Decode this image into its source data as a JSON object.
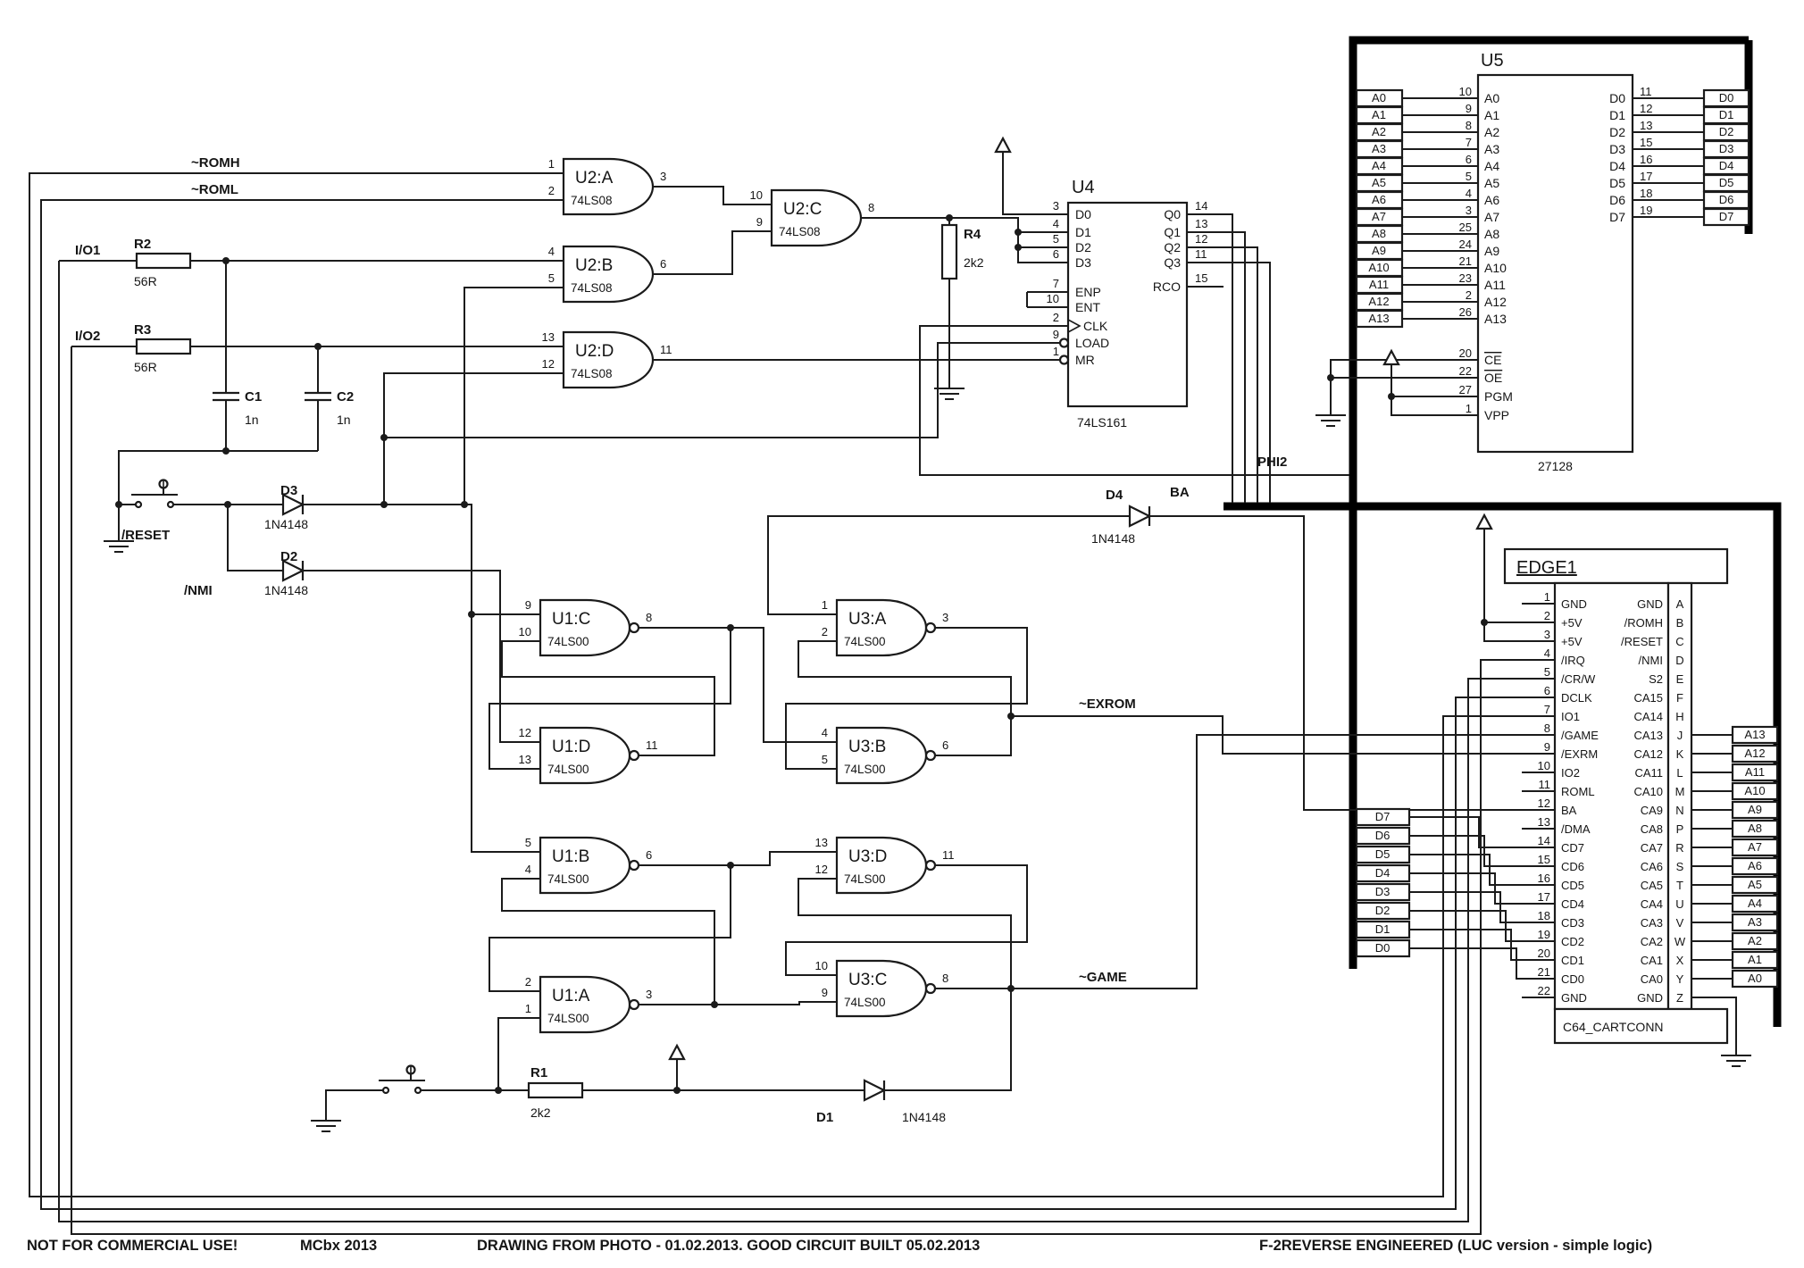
{
  "footer": {
    "left": "NOT FOR COMMERCIAL USE!",
    "author": "MCbx 2013",
    "center": "DRAWING FROM PHOTO - 01.02.2013. GOOD CIRCUIT BUILT 05.02.2013",
    "right": "F-2REVERSE ENGINEERED (LUC version - simple logic)"
  },
  "signals": {
    "romh": "~ROMH",
    "roml": "~ROML",
    "io1": "I/O1",
    "io2": "I/O2",
    "reset": "/RESET",
    "nmi": "/NMI",
    "exrom": "~EXROM",
    "game": "~GAME",
    "phi2": "PHI2",
    "ba": "BA"
  },
  "gates": {
    "u2a": {
      "name": "U2:A",
      "part": "74LS08",
      "in1": "1",
      "in2": "2",
      "out": "3"
    },
    "u2b": {
      "name": "U2:B",
      "part": "74LS08",
      "in1": "4",
      "in2": "5",
      "out": "6"
    },
    "u2c": {
      "name": "U2:C",
      "part": "74LS08",
      "in1": "10",
      "in2": "9",
      "out": "8"
    },
    "u2d": {
      "name": "U2:D",
      "part": "74LS08",
      "in1": "13",
      "in2": "12",
      "out": "11"
    },
    "u1c": {
      "name": "U1:C",
      "part": "74LS00",
      "in1": "9",
      "in2": "10",
      "out": "8"
    },
    "u1d": {
      "name": "U1:D",
      "part": "74LS00",
      "in1": "12",
      "in2": "13",
      "out": "11"
    },
    "u1b": {
      "name": "U1:B",
      "part": "74LS00",
      "in1": "5",
      "in2": "4",
      "out": "6"
    },
    "u1a": {
      "name": "U1:A",
      "part": "74LS00",
      "in1": "2",
      "in2": "1",
      "out": "3"
    },
    "u3a": {
      "name": "U3:A",
      "part": "74LS00",
      "in1": "1",
      "in2": "2",
      "out": "3"
    },
    "u3b": {
      "name": "U3:B",
      "part": "74LS00",
      "in1": "4",
      "in2": "5",
      "out": "6"
    },
    "u3d": {
      "name": "U3:D",
      "part": "74LS00",
      "in1": "13",
      "in2": "12",
      "out": "11"
    },
    "u3c": {
      "name": "U3:C",
      "part": "74LS00",
      "in1": "10",
      "in2": "9",
      "out": "8"
    }
  },
  "resistors": {
    "r1": {
      "ref": "R1",
      "value": "2k2"
    },
    "r2": {
      "ref": "R2",
      "value": "56R"
    },
    "r3": {
      "ref": "R3",
      "value": "56R"
    },
    "r4": {
      "ref": "R4",
      "value": "2k2"
    }
  },
  "capacitors": {
    "c1": {
      "ref": "C1",
      "value": "1n"
    },
    "c2": {
      "ref": "C2",
      "value": "1n"
    }
  },
  "diodes": {
    "d1": {
      "ref": "D1",
      "part": "1N4148"
    },
    "d2": {
      "ref": "D2",
      "part": "1N4148"
    },
    "d3": {
      "ref": "D3",
      "part": "1N4148"
    },
    "d4": {
      "ref": "D4",
      "part": "1N4148"
    }
  },
  "u4": {
    "ref": "U4",
    "part": "74LS161",
    "left": [
      {
        "pin": "3",
        "name": "D0"
      },
      {
        "pin": "4",
        "name": "D1"
      },
      {
        "pin": "5",
        "name": "D2"
      },
      {
        "pin": "6",
        "name": "D3"
      },
      {
        "pin": "7",
        "name": "ENP"
      },
      {
        "pin": "10",
        "name": "ENT"
      },
      {
        "pin": "2",
        "name": "CLK"
      },
      {
        "pin": "9",
        "name": "LOAD"
      },
      {
        "pin": "1",
        "name": "MR"
      }
    ],
    "right": [
      {
        "pin": "14",
        "name": "Q0"
      },
      {
        "pin": "13",
        "name": "Q1"
      },
      {
        "pin": "12",
        "name": "Q2"
      },
      {
        "pin": "11",
        "name": "Q3"
      },
      {
        "pin": "15",
        "name": "RCO"
      }
    ]
  },
  "u5": {
    "ref": "U5",
    "part": "27128",
    "addr": [
      {
        "net": "A0",
        "pin": "10"
      },
      {
        "net": "A1",
        "pin": "9"
      },
      {
        "net": "A2",
        "pin": "8"
      },
      {
        "net": "A3",
        "pin": "7"
      },
      {
        "net": "A4",
        "pin": "6"
      },
      {
        "net": "A5",
        "pin": "5"
      },
      {
        "net": "A6",
        "pin": "4"
      },
      {
        "net": "A7",
        "pin": "3"
      },
      {
        "net": "A8",
        "pin": "25"
      },
      {
        "net": "A9",
        "pin": "24"
      },
      {
        "net": "A10",
        "pin": "21"
      },
      {
        "net": "A11",
        "pin": "23"
      },
      {
        "net": "A12",
        "pin": "2"
      },
      {
        "net": "A13",
        "pin": "26"
      }
    ],
    "data": [
      {
        "name": "D0",
        "pin": "11",
        "net": "D0"
      },
      {
        "name": "D1",
        "pin": "12",
        "net": "D1"
      },
      {
        "name": "D2",
        "pin": "13",
        "net": "D2"
      },
      {
        "name": "D3",
        "pin": "15",
        "net": "D3"
      },
      {
        "name": "D4",
        "pin": "16",
        "net": "D4"
      },
      {
        "name": "D5",
        "pin": "17",
        "net": "D5"
      },
      {
        "name": "D6",
        "pin": "18",
        "net": "D6"
      },
      {
        "name": "D7",
        "pin": "19",
        "net": "D7"
      }
    ],
    "ctrl": [
      {
        "pin": "20",
        "name": "CE",
        "bar": true
      },
      {
        "pin": "22",
        "name": "OE",
        "bar": true
      },
      {
        "pin": "27",
        "name": "PGM",
        "bar": false
      },
      {
        "pin": "1",
        "name": "VPP",
        "bar": false
      }
    ]
  },
  "edge1": {
    "ref": "EDGE1",
    "part": "C64_CARTCONN",
    "rows": [
      {
        "pin": "1",
        "left": "GND",
        "right": "GND",
        "letter": "A",
        "ext": ""
      },
      {
        "pin": "2",
        "left": "+5V",
        "right": "/ROMH",
        "letter": "B",
        "ext": ""
      },
      {
        "pin": "3",
        "left": "+5V",
        "right": "/RESET",
        "letter": "C",
        "ext": ""
      },
      {
        "pin": "4",
        "left": "/IRQ",
        "right": "/NMI",
        "letter": "D",
        "ext": ""
      },
      {
        "pin": "5",
        "left": "/CR/W",
        "right": "S2",
        "letter": "E",
        "ext": ""
      },
      {
        "pin": "6",
        "left": "DCLK",
        "right": "CA15",
        "letter": "F",
        "ext": ""
      },
      {
        "pin": "7",
        "left": "IO1",
        "right": "CA14",
        "letter": "H",
        "ext": ""
      },
      {
        "pin": "8",
        "left": "/GAME",
        "right": "CA13",
        "letter": "J",
        "ext": "A13"
      },
      {
        "pin": "9",
        "left": "/EXRM",
        "right": "CA12",
        "letter": "K",
        "ext": "A12"
      },
      {
        "pin": "10",
        "left": "IO2",
        "right": "CA11",
        "letter": "L",
        "ext": "A11"
      },
      {
        "pin": "11",
        "left": "ROML",
        "right": "CA10",
        "letter": "M",
        "ext": "A10"
      },
      {
        "pin": "12",
        "left": "BA",
        "right": "CA9",
        "letter": "N",
        "ext": "A9"
      },
      {
        "pin": "13",
        "left": "/DMA",
        "right": "CA8",
        "letter": "P",
        "ext": "A8"
      },
      {
        "pin": "14",
        "left": "CD7",
        "right": "CA7",
        "letter": "R",
        "ext": "A7"
      },
      {
        "pin": "15",
        "left": "CD6",
        "right": "CA6",
        "letter": "S",
        "ext": "A6"
      },
      {
        "pin": "16",
        "left": "CD5",
        "right": "CA5",
        "letter": "T",
        "ext": "A5"
      },
      {
        "pin": "17",
        "left": "CD4",
        "right": "CA4",
        "letter": "U",
        "ext": "A4"
      },
      {
        "pin": "18",
        "left": "CD3",
        "right": "CA3",
        "letter": "V",
        "ext": "A3"
      },
      {
        "pin": "19",
        "left": "CD2",
        "right": "CA2",
        "letter": "W",
        "ext": "A2"
      },
      {
        "pin": "20",
        "left": "CD1",
        "right": "CA1",
        "letter": "X",
        "ext": "A1"
      },
      {
        "pin": "21",
        "left": "CD0",
        "right": "CA0",
        "letter": "Y",
        "ext": "A0"
      },
      {
        "pin": "22",
        "left": "GND",
        "right": "GND",
        "letter": "Z",
        "ext": ""
      }
    ]
  },
  "bus_d_left": [
    "D7",
    "D6",
    "D5",
    "D4",
    "D3",
    "D2",
    "D1",
    "D0"
  ]
}
